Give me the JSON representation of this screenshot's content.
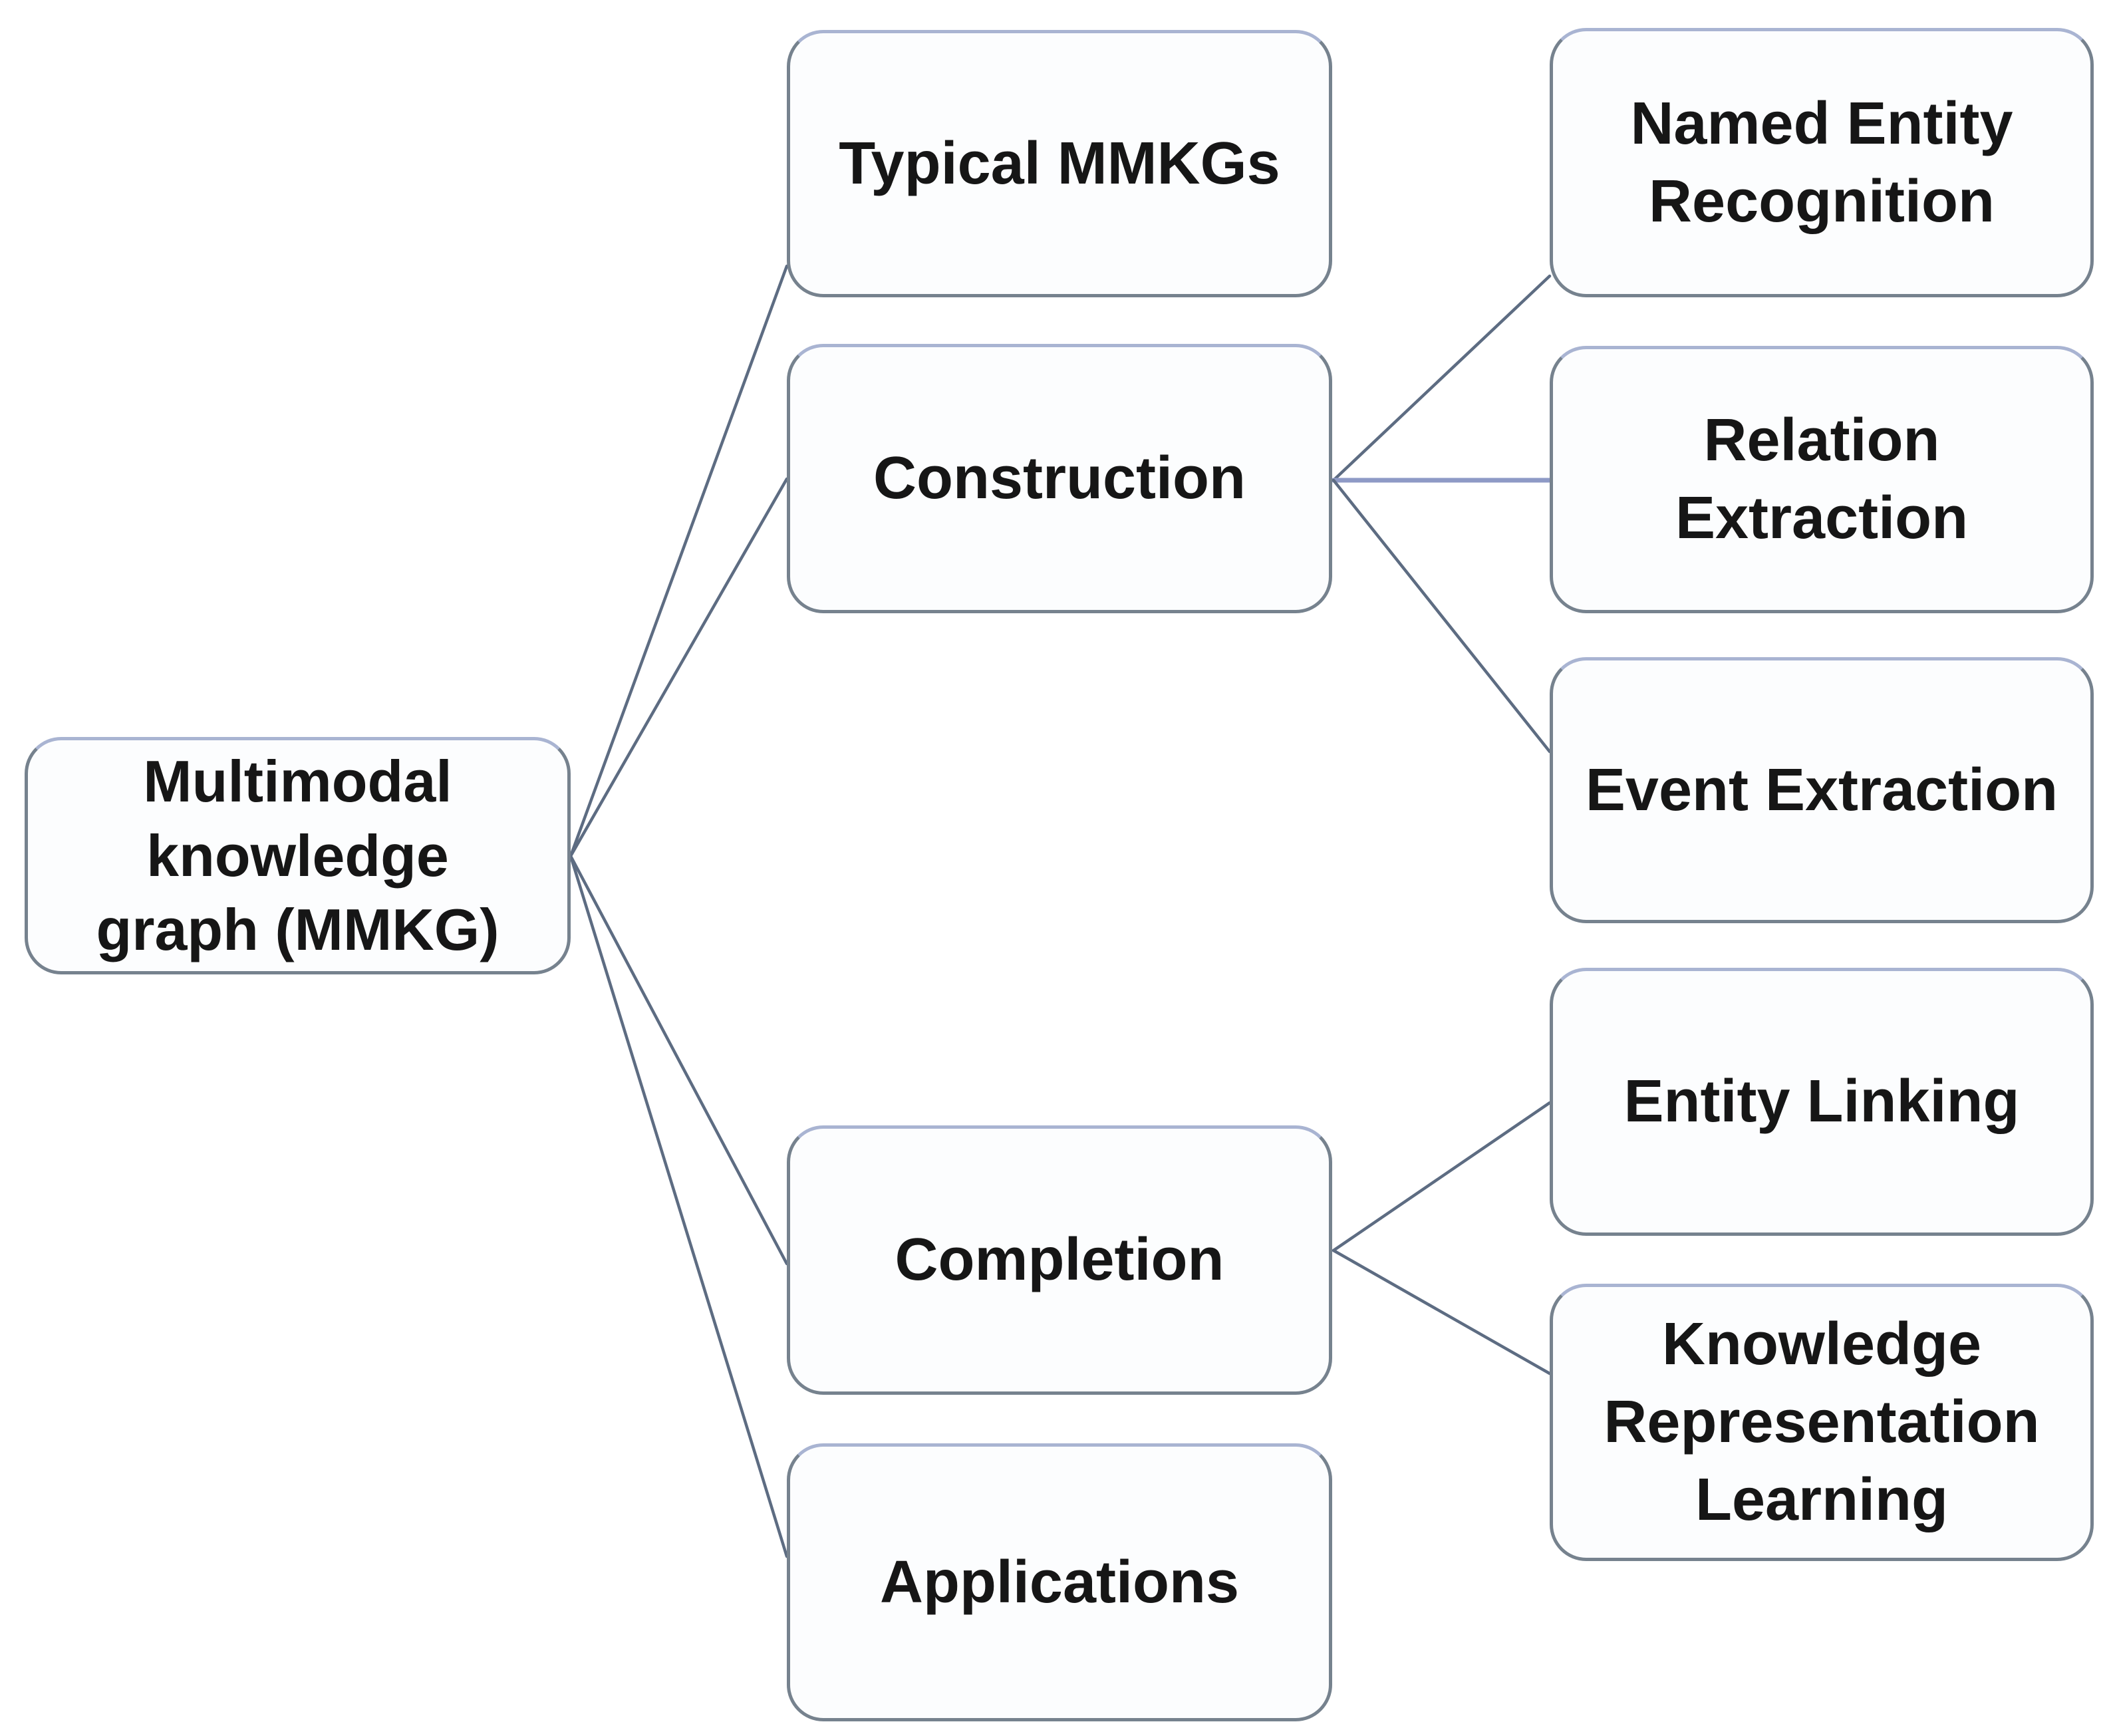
{
  "nodes": {
    "root": {
      "label": "Multimodal\nknowledge\ngraph (MMKG)"
    },
    "typical": {
      "label": "Typical MMKGs"
    },
    "construction": {
      "label": "Construction"
    },
    "completion": {
      "label": "Completion"
    },
    "applications": {
      "label": "Applications"
    },
    "ner": {
      "label": "Named Entity\nRecognition"
    },
    "relation": {
      "label": "Relation\nExtraction"
    },
    "event": {
      "label": "Event Extraction"
    },
    "entity": {
      "label": "Entity Linking"
    },
    "krl": {
      "label": "Knowledge\nRepresentation\nLearning"
    }
  },
  "edges": [
    {
      "from": "root",
      "to": "typical"
    },
    {
      "from": "root",
      "to": "construction"
    },
    {
      "from": "root",
      "to": "completion"
    },
    {
      "from": "root",
      "to": "applications"
    },
    {
      "from": "construction",
      "to": "ner"
    },
    {
      "from": "construction",
      "to": "relation"
    },
    {
      "from": "construction",
      "to": "event"
    },
    {
      "from": "completion",
      "to": "entity"
    },
    {
      "from": "completion",
      "to": "krl"
    }
  ],
  "colors": {
    "node_border": "#76828e",
    "node_border_top_highlight": "#a9b4d2",
    "node_fill": "#fcfdfe",
    "label_text": "#161616",
    "connector": "#5d6c82",
    "connector_accent": "#8e9ac6",
    "background": "#ffffff"
  }
}
